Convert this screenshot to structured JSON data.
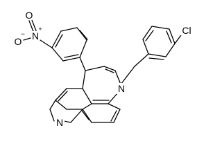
{
  "molecule": {
    "atoms": {
      "nitro_n": "N",
      "nitro_o_top": "O",
      "nitro_o_left": "O",
      "chlorine": "Cl",
      "pyridine_n_right": "N",
      "pyridine_n_bottom": "N"
    },
    "charges": {
      "nitro_n": "+",
      "nitro_o_left": "−"
    }
  }
}
